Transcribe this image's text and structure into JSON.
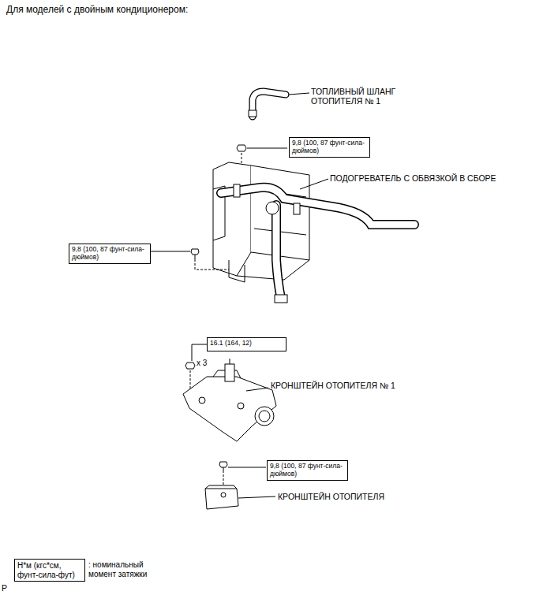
{
  "diagram": {
    "title": "Для моделей с двойным кондиционером:",
    "nodes": [
      {
        "text": [
          "9,8 (100, 87 фунт-сила-дюймов)"
        ]
      },
      {
        "text": [
          "9,8 (100, 87 фунт-сила-дюймов)"
        ]
      },
      {
        "text": [
          "16.1 (164, 12)"
        ]
      },
      {
        "text": [
          "9,8 (100, 87 фунт-сила-дюймов)"
        ]
      },
      {
        "text": [
          "Н*м (кгс*см, фунт-сила-фут)",
          ": номинальный момент затяжки"
        ]
      }
    ],
    "labels": [
      "ТОПЛИВНЫЙ ШЛАНГ ОТОПИТЕЛЯ № 1",
      "ПОДОГРЕВАТЕЛЬ С ОБВЯЗКОЙ В СБОРЕ",
      "x 3",
      "КРОНШТЕЙН ОТОПИТЕЛЯ № 1",
      "КРОНШТЕЙН ОТОПИТЕЛЯ",
      "P"
    ]
  }
}
